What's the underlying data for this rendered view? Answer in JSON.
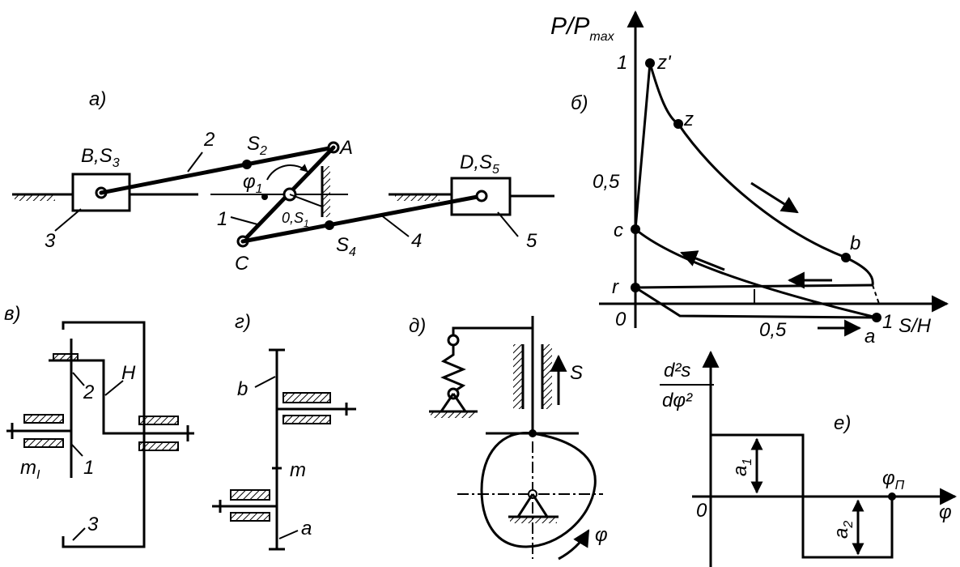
{
  "panel_a": {
    "tag": "a)",
    "labels": {
      "b_s3": "B,S",
      "b_s3_sub": "3",
      "s2": "S",
      "s2_sub": "2",
      "a_joint": "A",
      "phi1": "φ",
      "phi1_sub": "1",
      "o_s1": "0,S",
      "o_s1_sub": "1",
      "d_s5": "D,S",
      "d_s5_sub": "5",
      "c_joint": "C",
      "s4": "S",
      "s4_sub": "4",
      "n1": "1",
      "n2": "2",
      "n3": "3",
      "n4": "4",
      "n5": "5"
    }
  },
  "panel_b": {
    "tag": "б)",
    "y_axis": "P/P",
    "y_axis_sub": "max",
    "x_axis": "S/H",
    "ticks": {
      "y1": "1",
      "y05": "0,5",
      "x0": "0",
      "x05": "0,5",
      "x1": "1"
    },
    "points": {
      "z_prime": "z'",
      "z": "z",
      "b": "b",
      "c": "c",
      "r": "r",
      "a": "a"
    }
  },
  "panel_v": {
    "tag": "в)",
    "labels": {
      "n1": "1",
      "n2": "2",
      "n3": "3",
      "h": "H",
      "m": "m",
      "m_sub": "I"
    }
  },
  "panel_g": {
    "tag": "г)",
    "labels": {
      "b": "b",
      "m": "m",
      "a": "a"
    }
  },
  "panel_d": {
    "tag": "д)",
    "labels": {
      "s": "S",
      "phi": "φ"
    }
  },
  "panel_e": {
    "tag": "е)",
    "y_num": "d²s",
    "y_den": "dφ²",
    "origin": "0",
    "x_axis": "φ",
    "phi_p": "φ",
    "phi_p_sub": "П",
    "a1": "a",
    "a1_sub": "1",
    "a2": "a",
    "a2_sub": "2"
  }
}
